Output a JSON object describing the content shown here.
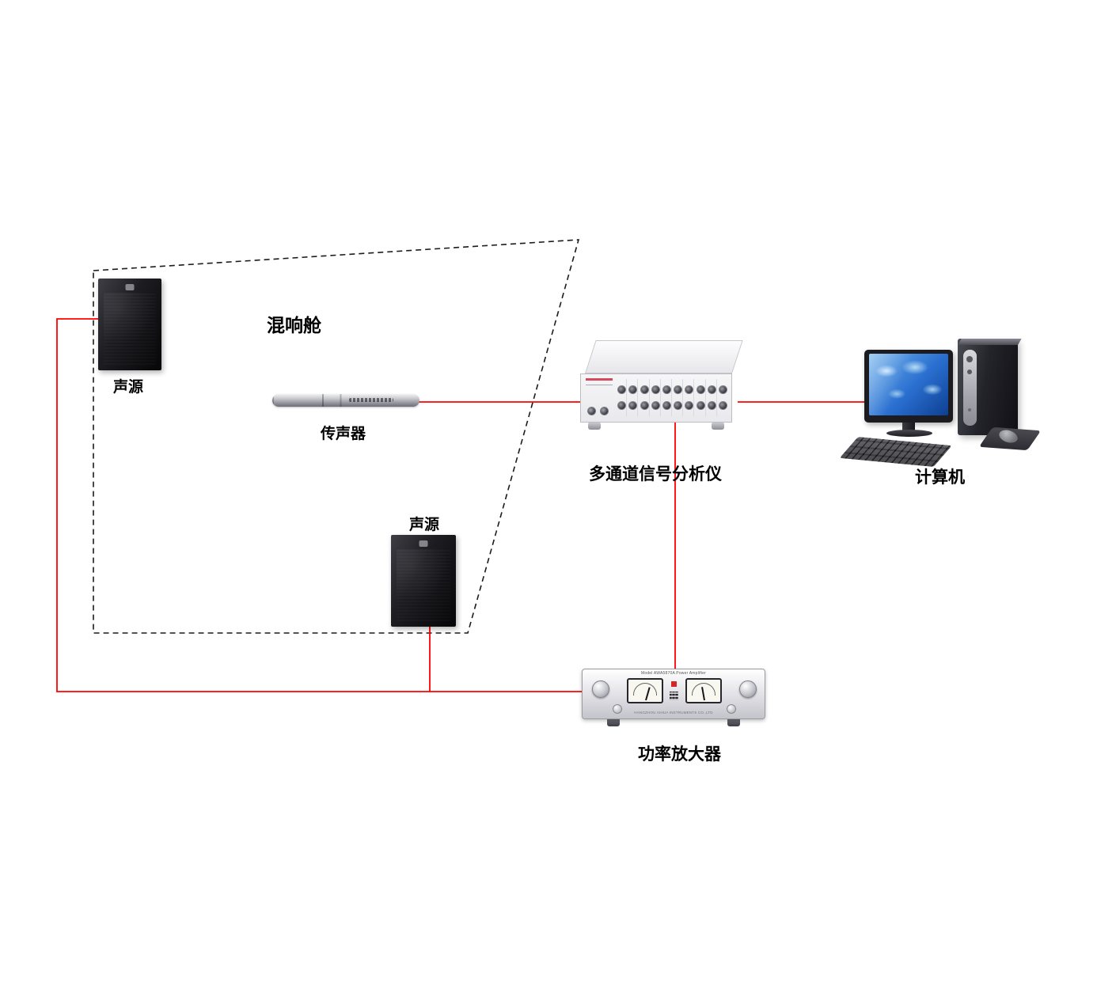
{
  "labels": {
    "chamber": "混响舱",
    "speaker_top": "声源",
    "speaker_bottom": "声源",
    "microphone": "传声器",
    "analyzer": "多通道信号分析仪",
    "computer": "计算机",
    "amplifier": "功率放大器"
  },
  "amplifier_panel": {
    "model_text": "Model AWA5870A Power Amplifier",
    "maker_text": "HANGZHOU AIHUA INSTRUMENTS CO.,LTD"
  },
  "colors": {
    "connection_line": "#ff0000",
    "chamber_outline": "#1c1c1c"
  }
}
